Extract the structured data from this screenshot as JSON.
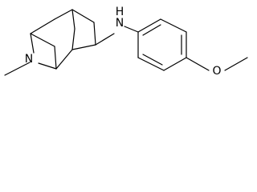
{
  "structure": {
    "atom_labels": {
      "amine_nh": "N\nH",
      "bridge_n": "N",
      "methoxy_o": "O"
    }
  },
  "colors": {
    "bond": "#000000",
    "background": "#ffffff"
  }
}
